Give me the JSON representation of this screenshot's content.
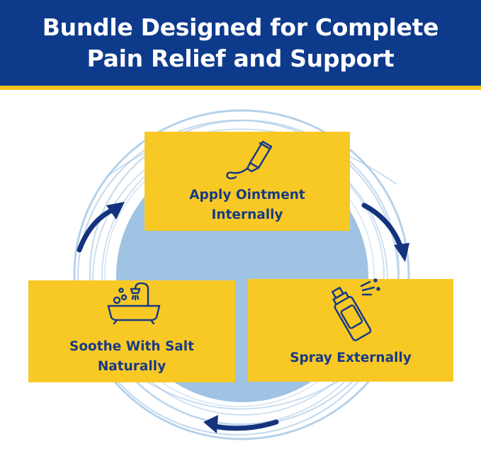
{
  "header": {
    "title_line1": "Bundle Designed for Complete",
    "title_line2": "Pain Relief and Support"
  },
  "steps": [
    {
      "label_line1": "Apply Ointment",
      "label_line2": "Internally",
      "icon": "ointment-tube-icon"
    },
    {
      "label_line1": "Soothe With Salt",
      "label_line2": "Naturally",
      "icon": "bathtub-icon"
    },
    {
      "label_line1": "Spray Externally",
      "icon": "spray-bottle-icon"
    }
  ],
  "colors": {
    "header_bg": "#0e3a8c",
    "accent_stripe": "#f5c518",
    "card_bg": "#f8c924",
    "text_navy": "#173a86",
    "circle_fill": "#9fc3e2",
    "swirl": "#a9c9e6",
    "arrow": "#14337e"
  }
}
